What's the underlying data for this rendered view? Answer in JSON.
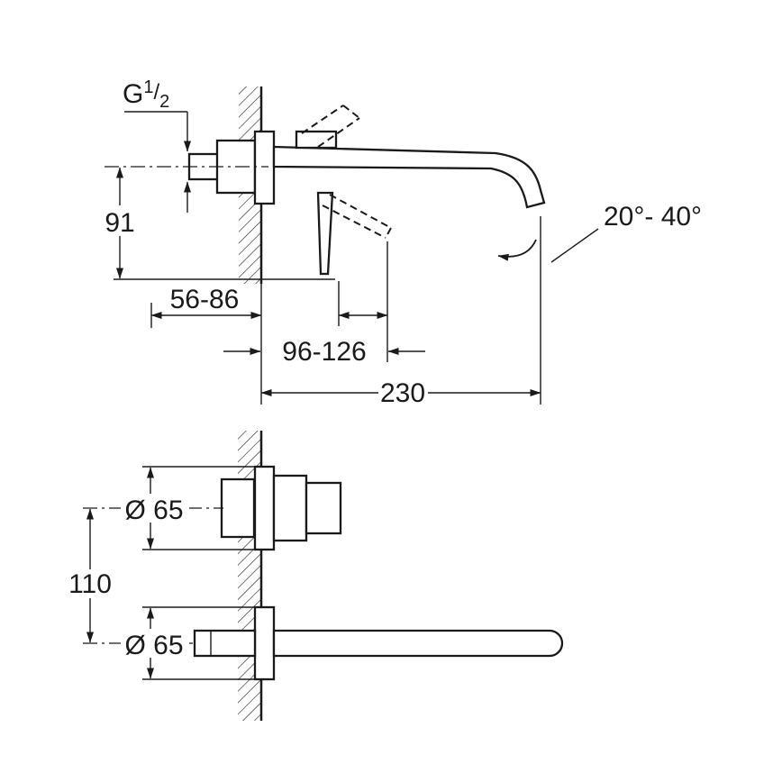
{
  "colors": {
    "line": "#1a1a1a",
    "background": "#ffffff"
  },
  "top_view": {
    "thread_label": {
      "prefix": "G",
      "numerator": "1",
      "fraction_slash": "/",
      "denominator": "2"
    },
    "dim_height": "91",
    "dim_wall_depth": "56-86",
    "dim_handle_reach": "96-126",
    "dim_spout_reach": "230",
    "angle_range": "20°- 40°"
  },
  "bottom_view": {
    "dia_handle": "Ø 65",
    "dim_vertical_spacing": "110",
    "dia_spout": "Ø 65"
  }
}
